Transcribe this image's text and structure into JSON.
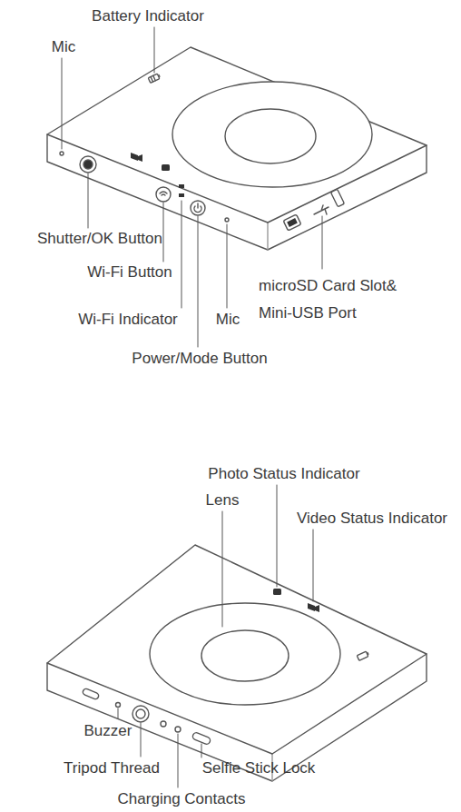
{
  "diagram": {
    "labels": [
      "Battery Indicator",
      "Mic",
      "Shutter/OK Button",
      "Wi-Fi Button",
      "Wi-Fi Indicator",
      "Mic",
      "microSD Card Slot& Mini-USB Port",
      "Power/Mode Button",
      "Photo Status Indicator",
      "Lens",
      "Video Status Indicator",
      "Buzzer",
      "Tripod Thread",
      "Selfie Stick Lock",
      "Charging Contacts"
    ]
  }
}
